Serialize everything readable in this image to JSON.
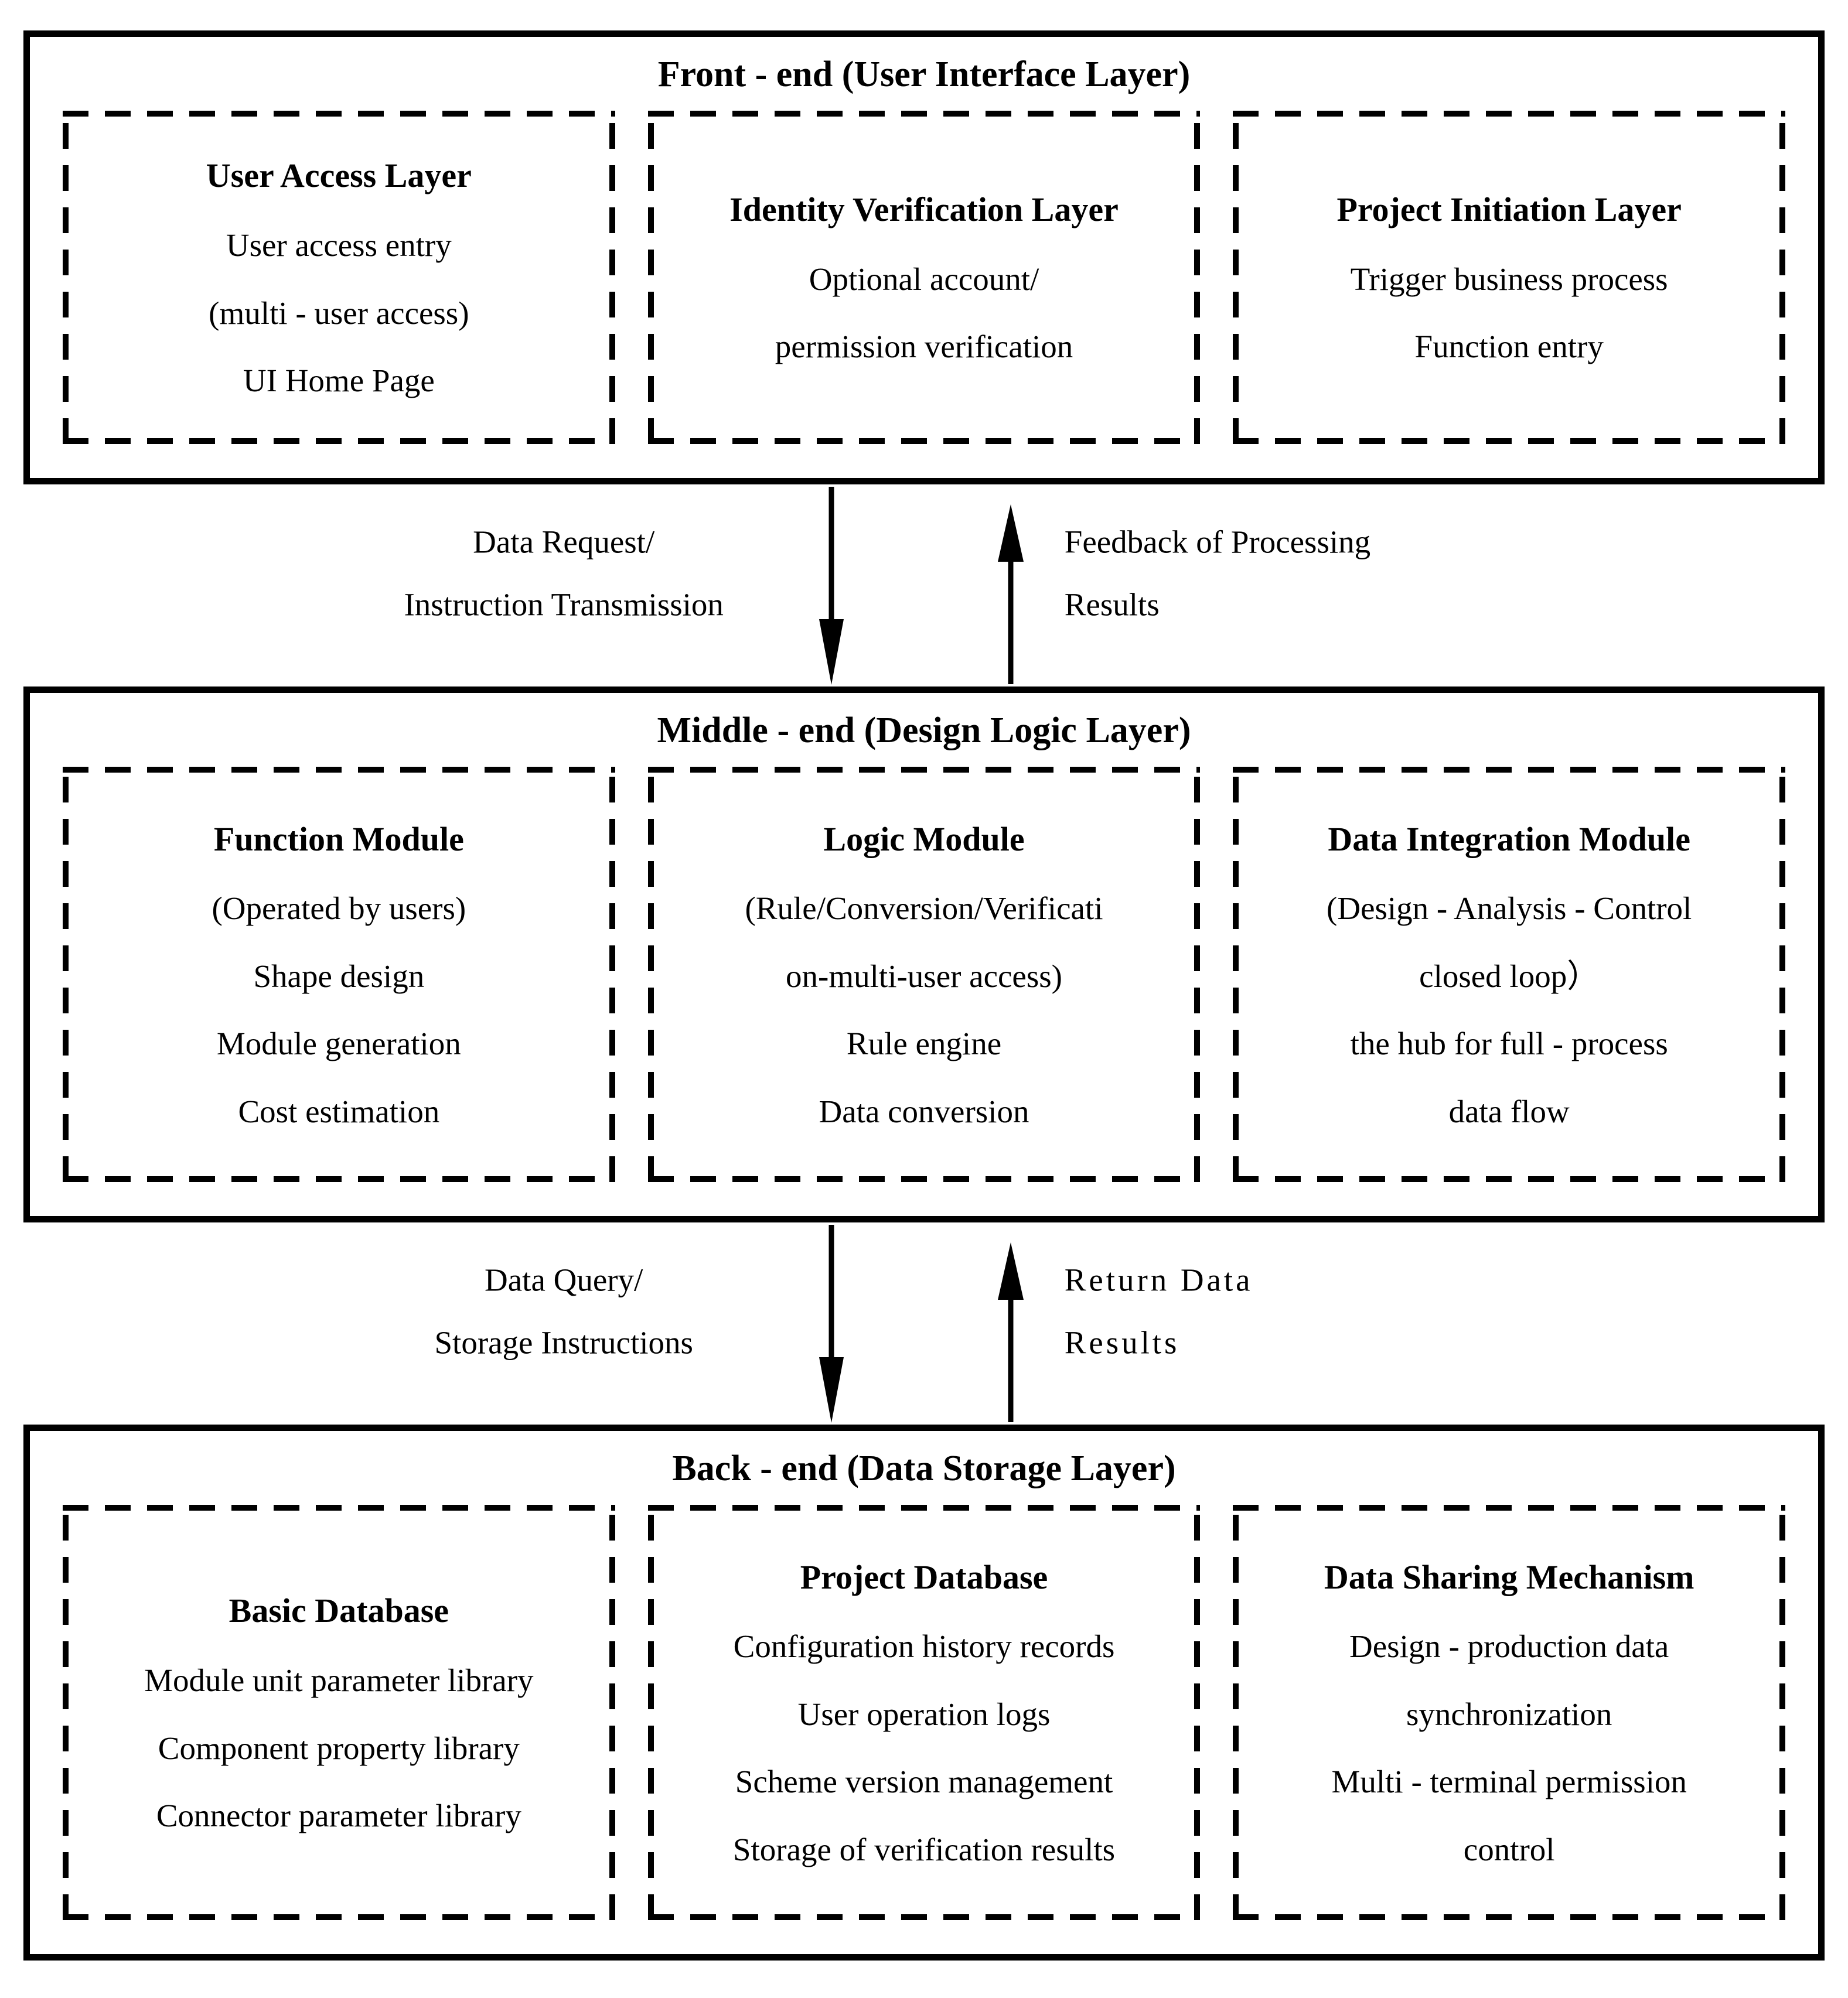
{
  "colors": {
    "ink": "#000000",
    "paper": "#ffffff"
  },
  "diagram": {
    "layers": [
      {
        "title": "Front - end (User Interface Layer)",
        "boxes": [
          {
            "title": "User Access Layer",
            "lines": [
              "User access entry",
              "(multi - user access)",
              "UI Home Page"
            ]
          },
          {
            "title": "Identity Verification Layer",
            "lines": [
              "Optional account/",
              "permission verification"
            ]
          },
          {
            "title": "Project Initiation Layer",
            "lines": [
              "Trigger business process",
              "Function entry"
            ]
          }
        ]
      },
      {
        "title": "Middle - end (Design Logic Layer)",
        "boxes": [
          {
            "title": "Function Module",
            "lines": [
              "(Operated by users)",
              "Shape design",
              "Module generation",
              "Cost estimation"
            ]
          },
          {
            "title": "Logic Module",
            "lines": [
              "(Rule/Conversion/Verificati",
              "on-multi-user access)",
              "Rule engine",
              "Data conversion"
            ]
          },
          {
            "title": "Data Integration Module",
            "lines": [
              "(Design - Analysis - Control",
              "closed loop）",
              "the hub for full - process",
              "data flow"
            ]
          }
        ]
      },
      {
        "title": "Back - end (Data Storage Layer)",
        "boxes": [
          {
            "title": "Basic Database",
            "lines": [
              "Module unit parameter library",
              "Component property library",
              "Connector parameter library"
            ]
          },
          {
            "title": "Project Database",
            "lines": [
              "Configuration history records",
              "User operation logs",
              "Scheme version management",
              "Storage of verification results"
            ]
          },
          {
            "title": "Data Sharing Mechanism",
            "lines": [
              "Design - production data",
              "synchronization",
              "Multi - terminal permission",
              "control"
            ]
          }
        ]
      }
    ],
    "connectors": [
      {
        "down_label": [
          "Data Request/",
          "Instruction Transmission"
        ],
        "up_label": [
          "Feedback of Processing",
          "Results"
        ]
      },
      {
        "down_label": [
          "Data Query/",
          "Storage Instructions"
        ],
        "up_label": [
          "Return Data",
          "Results"
        ]
      }
    ]
  }
}
